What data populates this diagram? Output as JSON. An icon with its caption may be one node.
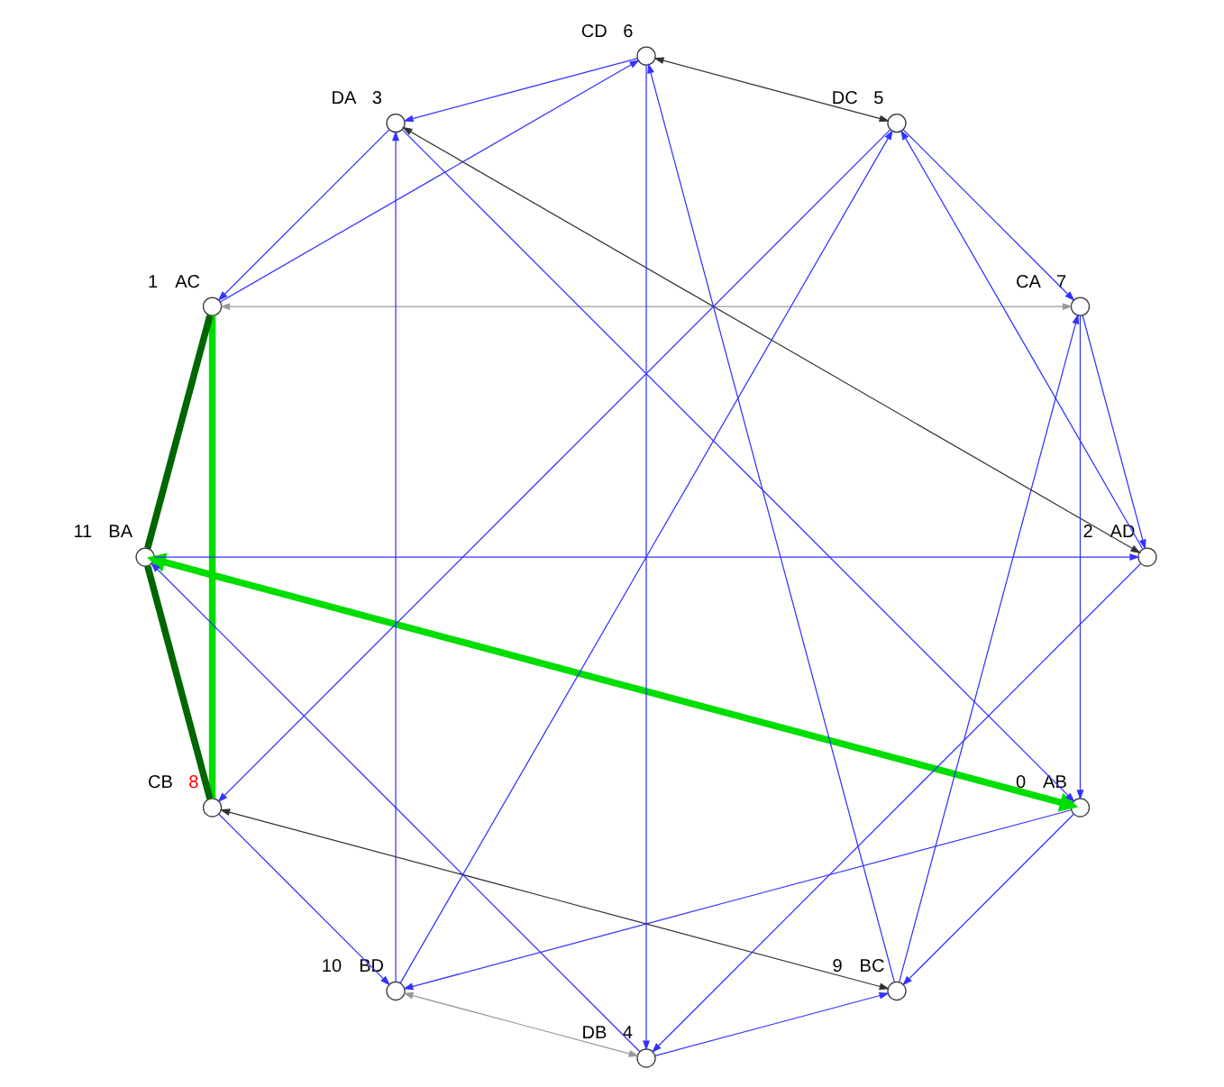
{
  "diagram": {
    "nodes": [
      {
        "text": [],
        "shape": "circle",
        "beside": [
          "0",
          "AB"
        ]
      },
      {
        "text": [],
        "shape": "circle",
        "beside": [
          "1",
          "AC"
        ]
      },
      {
        "text": [],
        "shape": "circle",
        "beside": [
          "2",
          "AD"
        ]
      },
      {
        "text": [],
        "shape": "circle",
        "beside": [
          "DA",
          "3"
        ]
      },
      {
        "text": [],
        "shape": "circle",
        "beside": [
          "DB",
          "4"
        ]
      },
      {
        "text": [],
        "shape": "circle",
        "beside": [
          "DC",
          "5"
        ]
      },
      {
        "text": [],
        "shape": "circle",
        "beside": [
          "CD",
          "6"
        ]
      },
      {
        "text": [],
        "shape": "circle",
        "beside": [
          "CA",
          "7"
        ]
      },
      {
        "text": [],
        "shape": "circle",
        "beside": [
          "CB",
          "8"
        ]
      },
      {
        "text": [],
        "shape": "circle",
        "beside": [
          "9",
          "BC"
        ]
      },
      {
        "text": [],
        "shape": "circle",
        "beside": [
          "10",
          "BD"
        ]
      },
      {
        "text": [],
        "shape": "circle",
        "beside": [
          "11",
          "BA"
        ]
      }
    ],
    "edges": [
      {
        "from": 0,
        "to": 11,
        "arrow": "both",
        "style": "thick",
        "color": "#00dd00"
      },
      {
        "from": 1,
        "to": 7,
        "arrow": "both",
        "color": "#999999"
      },
      {
        "from": 2,
        "to": 3,
        "arrow": "both",
        "color": "#333333"
      },
      {
        "from": 4,
        "to": 10,
        "arrow": "both",
        "color": "#999999"
      },
      {
        "from": 5,
        "to": 6,
        "arrow": "both",
        "color": "#333333"
      },
      {
        "from": 8,
        "to": 9,
        "arrow": "both",
        "color": "#333333"
      },
      {
        "from": 1,
        "to": 8,
        "arrow": "none",
        "style": "thick",
        "color": "#00dd00"
      },
      {
        "from": 8,
        "to": 11,
        "arrow": "none",
        "style": "thick",
        "color": "#006600"
      },
      {
        "from": 11,
        "to": 1,
        "arrow": "none",
        "style": "thick",
        "color": "#006600"
      },
      {
        "from": 0,
        "to": 9,
        "arrow": "to"
      },
      {
        "from": 0,
        "to": 10,
        "arrow": "to"
      },
      {
        "from": 1,
        "to": 6,
        "arrow": "to"
      },
      {
        "from": 2,
        "to": 4,
        "arrow": "to"
      },
      {
        "from": 2,
        "to": 5,
        "arrow": "to"
      },
      {
        "from": 3,
        "to": 0,
        "arrow": "to"
      },
      {
        "from": 3,
        "to": 1,
        "arrow": "to"
      },
      {
        "from": 4,
        "to": 11,
        "arrow": "to"
      },
      {
        "from": 4,
        "to": 9,
        "arrow": "to"
      },
      {
        "from": 5,
        "to": 7,
        "arrow": "to"
      },
      {
        "from": 5,
        "to": 8,
        "arrow": "to"
      },
      {
        "from": 6,
        "to": 3,
        "arrow": "to"
      },
      {
        "from": 6,
        "to": 4,
        "arrow": "to"
      },
      {
        "from": 7,
        "to": 0,
        "arrow": "to"
      },
      {
        "from": 7,
        "to": 2,
        "arrow": "to"
      },
      {
        "from": 8,
        "to": 10,
        "arrow": "to"
      },
      {
        "from": 9,
        "to": 7,
        "arrow": "to"
      },
      {
        "from": 9,
        "to": 6,
        "arrow": "to"
      },
      {
        "from": 10,
        "to": 3,
        "arrow": "to"
      },
      {
        "from": 10,
        "to": 5,
        "arrow": "to"
      },
      {
        "from": 11,
        "to": 2,
        "arrow": "to"
      }
    ]
  }
}
